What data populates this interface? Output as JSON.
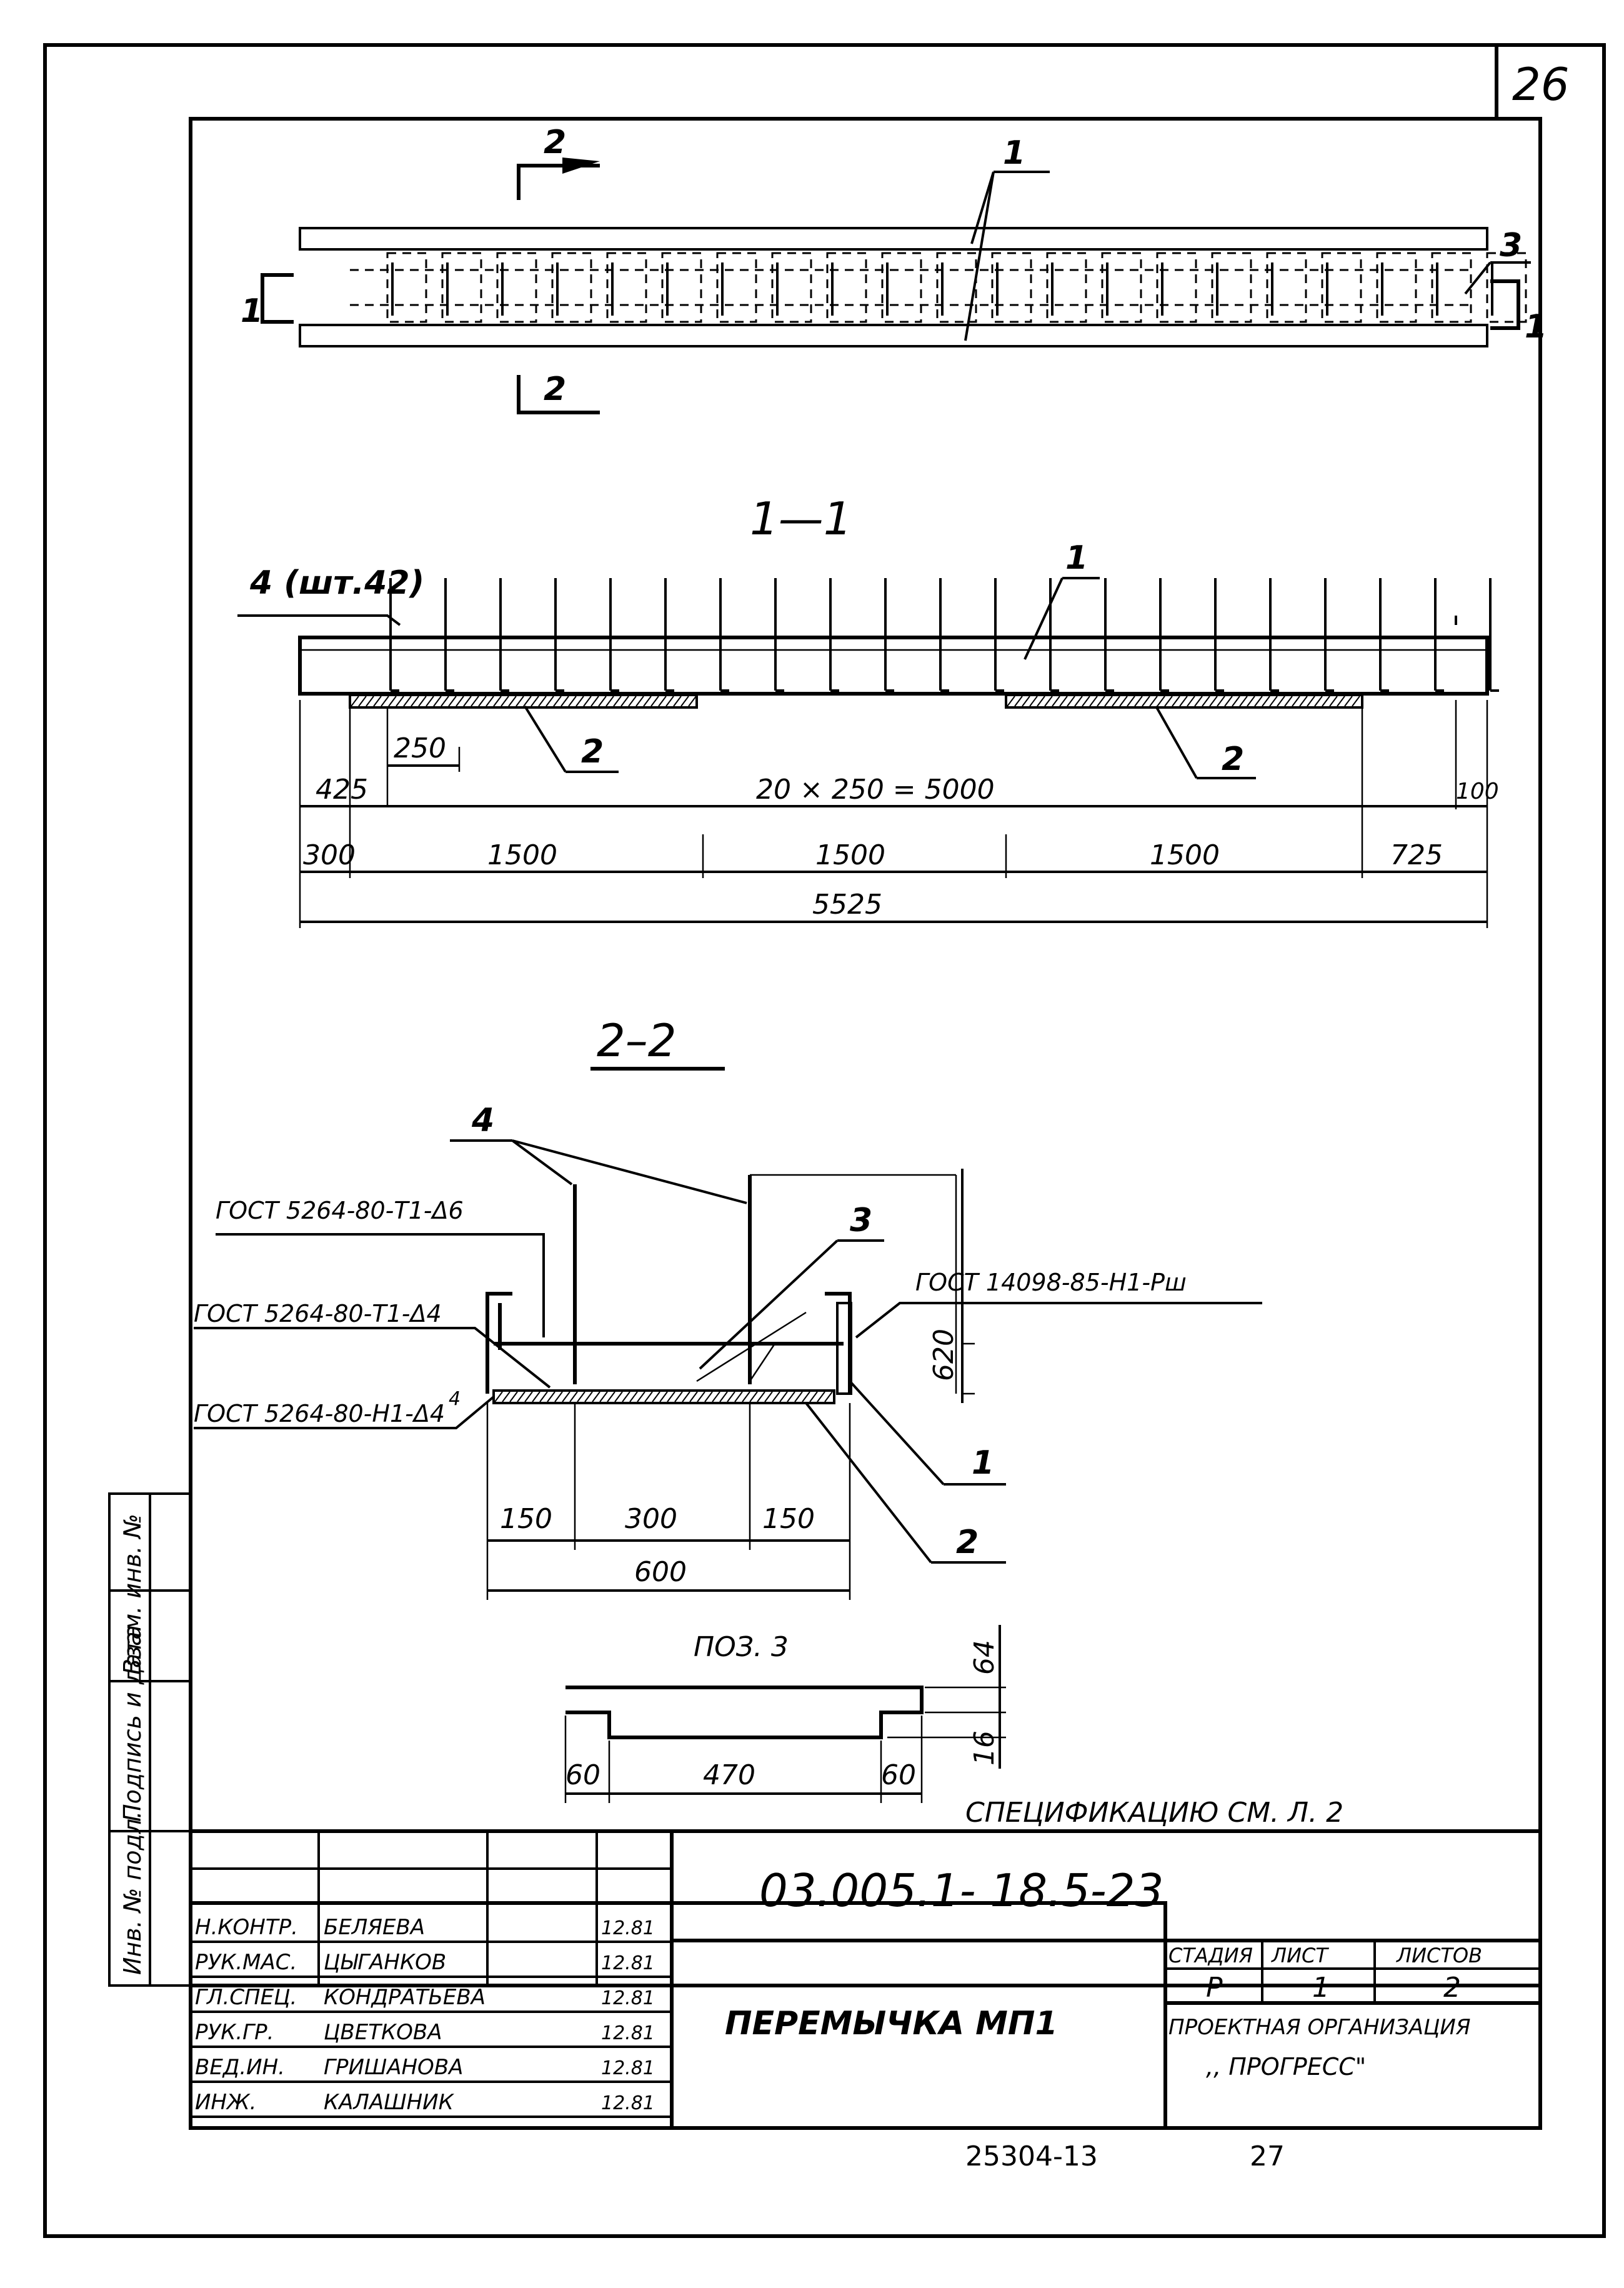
{
  "sheet": {
    "page_number": "26",
    "bottom_code": "25304-13",
    "bottom_page": "27"
  },
  "plan_view": {
    "cut_1_left": "1",
    "cut_1_right": "1",
    "cut_2_top": "2",
    "cut_2_bottom": "2",
    "callout_1": "1",
    "callout_3": "3"
  },
  "section_1_1": {
    "title": "1—1",
    "rod_label": "4 (шт.42)",
    "callout_1": "1",
    "callout_2_left": "2",
    "callout_2_right": "2",
    "dim_250": "250",
    "dim_425": "425",
    "dim_series": "20 × 250 = 5000",
    "dim_100": "100",
    "dim_300": "300",
    "dim_1500_a": "1500",
    "dim_1500_b": "1500",
    "dim_1500_c": "1500",
    "dim_725": "725",
    "dim_total": "5525"
  },
  "section_2_2": {
    "title": "2–2",
    "callout_4": "4",
    "callout_3": "3",
    "callout_1": "1",
    "callout_2": "2",
    "weld_1": "ГОСТ 5264-80-Т1-Δ6",
    "weld_2": "ГОСТ 5264-80-Т1-Δ4",
    "weld_3": "ГОСТ 5264-80-Н1-Δ4",
    "weld_4": "ГОСТ 14098-85-Н1-Рш",
    "weld_3_mark": "4",
    "dim_height": "620",
    "dim_150_a": "150",
    "dim_300": "300",
    "dim_150_b": "150",
    "dim_600": "600"
  },
  "detail_pos3": {
    "title": "ПОЗ. 3",
    "dim_64": "64",
    "dim_16": "16",
    "dim_60_a": "60",
    "dim_470": "470",
    "dim_60_b": "60"
  },
  "spec_note": "СПЕЦИФИКАЦИЮ СМ. Л. 2",
  "side_stamp": {
    "col_1": "Инв. № подл.",
    "col_2": "Подпись и дата",
    "col_3": "Взам. инв. №"
  },
  "title_block": {
    "doc_code": "03.005.1- 18.5-23",
    "element_name": "ПЕРЕМЫЧКА МП1",
    "stage_header": "СТАДИЯ",
    "sheet_header": "ЛИСТ",
    "sheets_header": "ЛИСТОВ",
    "stage_value": "Р",
    "sheet_value": "1",
    "sheets_value": "2",
    "organization_line1": "ПРОЕКТНАЯ ОРГАНИЗАЦИЯ",
    "organization_line2": ",, ПРОГРЕСС\"",
    "rows": [
      {
        "role": "Н.КОНТР.",
        "name": "БЕЛЯЕВА",
        "date": "12.81"
      },
      {
        "role": "РУК.МАС.",
        "name": "ЦЫГАНКОВ",
        "date": "12.81"
      },
      {
        "role": "ГЛ.СПЕЦ.",
        "name": "КОНДРАТЬЕВА",
        "date": "12.81"
      },
      {
        "role": "РУК.ГР.",
        "name": "ЦВЕТКОВА",
        "date": "12.81"
      },
      {
        "role": "ВЕД.ИН.",
        "name": "ГРИШАНОВА",
        "date": "12.81"
      },
      {
        "role": "ИНЖ.",
        "name": "КАЛАШНИК",
        "date": "12.81"
      }
    ]
  }
}
